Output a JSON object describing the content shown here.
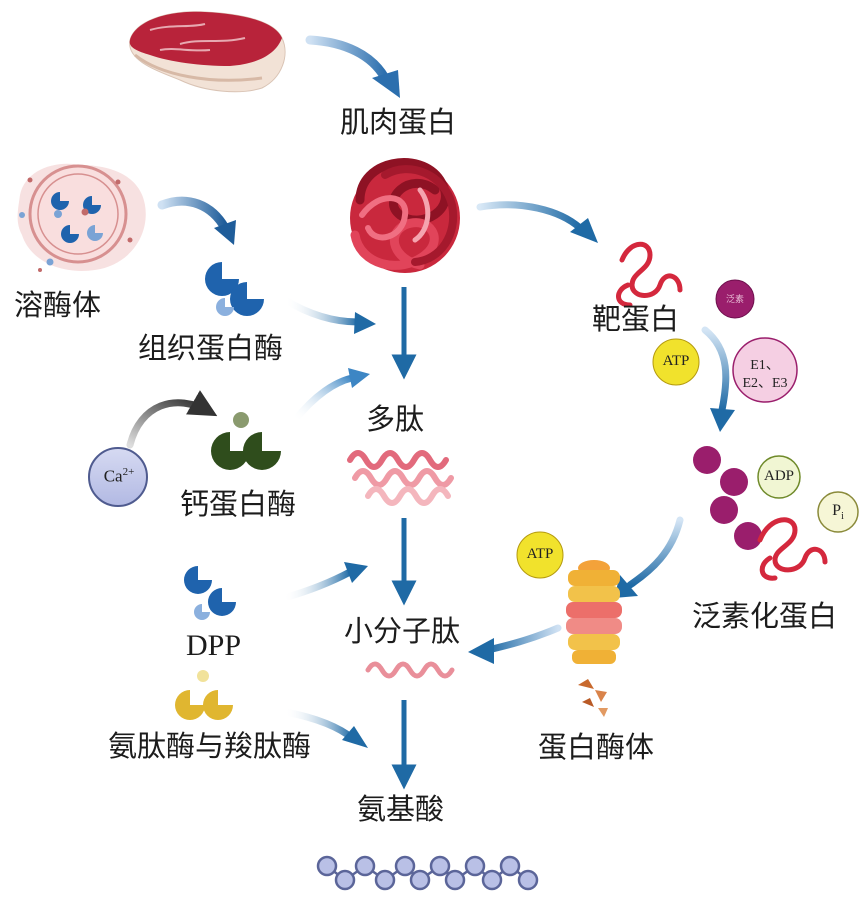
{
  "labels": {
    "muscle_protein": "肌肉蛋白",
    "lysosome": "溶酶体",
    "cathepsin": "组织蛋白酶",
    "calpain": "钙蛋白酶",
    "polypeptide": "多肽",
    "small_peptide": "小分子肽",
    "dpp": "DPP",
    "amino_carboxy_peptidase": "氨肽酶与羧肽酶",
    "amino_acid": "氨基酸",
    "target_protein": "靶蛋白",
    "ubiquitinated_protein": "泛素化蛋白",
    "proteasome": "蛋白酶体"
  },
  "chips": {
    "atp_top": "ATP",
    "atp_proteasome": "ATP",
    "adp": "ADP",
    "e_enzymes_line1": "E1、",
    "e_enzymes_line2": "E2、E3",
    "ca": "Ca",
    "ca_sup": "2+",
    "pi": "P",
    "pi_sub": "i",
    "ubiquitin": "泛素"
  },
  "colors": {
    "arrow_blue": "#1f6aa5",
    "arrow_light": "#9fc3e6",
    "meat_red": "#c42a3c",
    "polypeptide_pink": "#e98f9a",
    "ubiquitin_purple": "#9a1e6c",
    "atp_yellow": "#f1e22c",
    "cathepsin_blue": "#1f63ad",
    "calpain_green": "#2f4d1c",
    "peptidase_gold": "#e0b630",
    "amino_acid_lavender": "#b9c0e6"
  }
}
